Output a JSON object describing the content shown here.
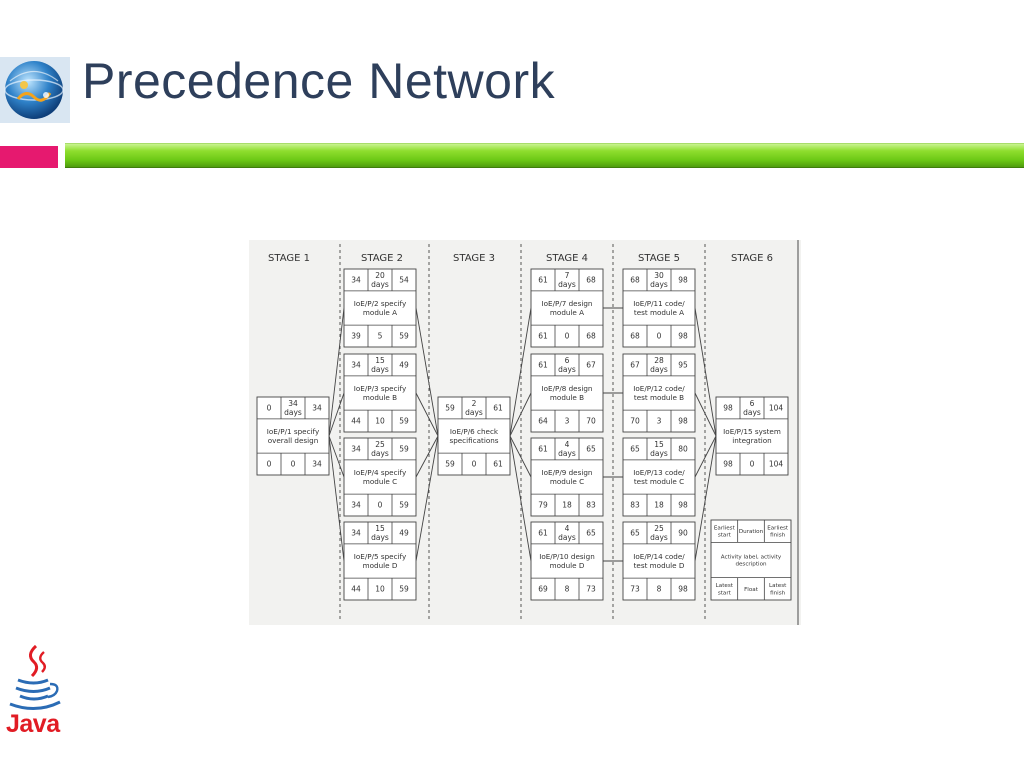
{
  "slide": {
    "title": "Precedence Network"
  },
  "footer": {
    "brand": "Java"
  },
  "diagram": {
    "stages": [
      "STAGE 1",
      "STAGE 2",
      "STAGE 3",
      "STAGE 4",
      "STAGE 5",
      "STAGE 6"
    ],
    "nodes": [
      {
        "id": "p1",
        "es": "0",
        "dur": [
          "34",
          "days"
        ],
        "ef": "34",
        "desc": [
          "IoE/P/1 specify",
          "overall design"
        ],
        "ls": "0",
        "fl": "0",
        "lf": "34"
      },
      {
        "id": "p2",
        "es": "34",
        "dur": [
          "20",
          "days"
        ],
        "ef": "54",
        "desc": [
          "IoE/P/2 specify",
          "module A"
        ],
        "ls": "39",
        "fl": "5",
        "lf": "59"
      },
      {
        "id": "p3",
        "es": "34",
        "dur": [
          "15",
          "days"
        ],
        "ef": "49",
        "desc": [
          "IoE/P/3 specify",
          "module B"
        ],
        "ls": "44",
        "fl": "10",
        "lf": "59"
      },
      {
        "id": "p4",
        "es": "34",
        "dur": [
          "25",
          "days"
        ],
        "ef": "59",
        "desc": [
          "IoE/P/4 specify",
          "module C"
        ],
        "ls": "34",
        "fl": "0",
        "lf": "59"
      },
      {
        "id": "p5",
        "es": "34",
        "dur": [
          "15",
          "days"
        ],
        "ef": "49",
        "desc": [
          "IoE/P/5 specify",
          "module D"
        ],
        "ls": "44",
        "fl": "10",
        "lf": "59"
      },
      {
        "id": "p6",
        "es": "59",
        "dur": [
          "2",
          "days"
        ],
        "ef": "61",
        "desc": [
          "IoE/P/6 check",
          "specifications"
        ],
        "ls": "59",
        "fl": "0",
        "lf": "61"
      },
      {
        "id": "p7",
        "es": "61",
        "dur": [
          "7",
          "days"
        ],
        "ef": "68",
        "desc": [
          "IoE/P/7 design",
          "module A"
        ],
        "ls": "61",
        "fl": "0",
        "lf": "68"
      },
      {
        "id": "p8",
        "es": "61",
        "dur": [
          "6",
          "days"
        ],
        "ef": "67",
        "desc": [
          "IoE/P/8 design",
          "module B"
        ],
        "ls": "64",
        "fl": "3",
        "lf": "70"
      },
      {
        "id": "p9",
        "es": "61",
        "dur": [
          "4",
          "days"
        ],
        "ef": "65",
        "desc": [
          "IoE/P/9 design",
          "module C"
        ],
        "ls": "79",
        "fl": "18",
        "lf": "83"
      },
      {
        "id": "p10",
        "es": "61",
        "dur": [
          "4",
          "days"
        ],
        "ef": "65",
        "desc": [
          "IoE/P/10 design",
          "module D"
        ],
        "ls": "69",
        "fl": "8",
        "lf": "73"
      },
      {
        "id": "p11",
        "es": "68",
        "dur": [
          "30",
          "days"
        ],
        "ef": "98",
        "desc": [
          "IoE/P/11 code/",
          "test module A"
        ],
        "ls": "68",
        "fl": "0",
        "lf": "98"
      },
      {
        "id": "p12",
        "es": "67",
        "dur": [
          "28",
          "days"
        ],
        "ef": "95",
        "desc": [
          "IoE/P/12 code/",
          "test module B"
        ],
        "ls": "70",
        "fl": "3",
        "lf": "98"
      },
      {
        "id": "p13",
        "es": "65",
        "dur": [
          "15",
          "days"
        ],
        "ef": "80",
        "desc": [
          "IoE/P/13 code/",
          "test module C"
        ],
        "ls": "83",
        "fl": "18",
        "lf": "98"
      },
      {
        "id": "p14",
        "es": "65",
        "dur": [
          "25",
          "days"
        ],
        "ef": "90",
        "desc": [
          "IoE/P/14 code/",
          "test module D"
        ],
        "ls": "73",
        "fl": "8",
        "lf": "98"
      },
      {
        "id": "p15",
        "es": "98",
        "dur": [
          "6",
          "days"
        ],
        "ef": "104",
        "desc": [
          "IoE/P/15 system",
          "integration"
        ],
        "ls": "98",
        "fl": "0",
        "lf": "104"
      }
    ],
    "edges": [
      [
        "p1",
        "p2"
      ],
      [
        "p1",
        "p3"
      ],
      [
        "p1",
        "p4"
      ],
      [
        "p1",
        "p5"
      ],
      [
        "p2",
        "p6"
      ],
      [
        "p3",
        "p6"
      ],
      [
        "p4",
        "p6"
      ],
      [
        "p5",
        "p6"
      ],
      [
        "p6",
        "p7"
      ],
      [
        "p6",
        "p8"
      ],
      [
        "p6",
        "p9"
      ],
      [
        "p6",
        "p10"
      ],
      [
        "p7",
        "p11"
      ],
      [
        "p8",
        "p12"
      ],
      [
        "p9",
        "p13"
      ],
      [
        "p10",
        "p14"
      ],
      [
        "p11",
        "p15"
      ],
      [
        "p12",
        "p15"
      ],
      [
        "p13",
        "p15"
      ],
      [
        "p14",
        "p15"
      ]
    ],
    "legend": {
      "es": [
        "Earliest",
        "start"
      ],
      "dur": [
        "Duration"
      ],
      "ef": [
        "Earliest",
        "finish"
      ],
      "desc": [
        "Activity label, activity",
        "description"
      ],
      "ls": [
        "Latest",
        "start"
      ],
      "fl": [
        "Float"
      ],
      "lf": [
        "Latest",
        "finish"
      ]
    }
  }
}
